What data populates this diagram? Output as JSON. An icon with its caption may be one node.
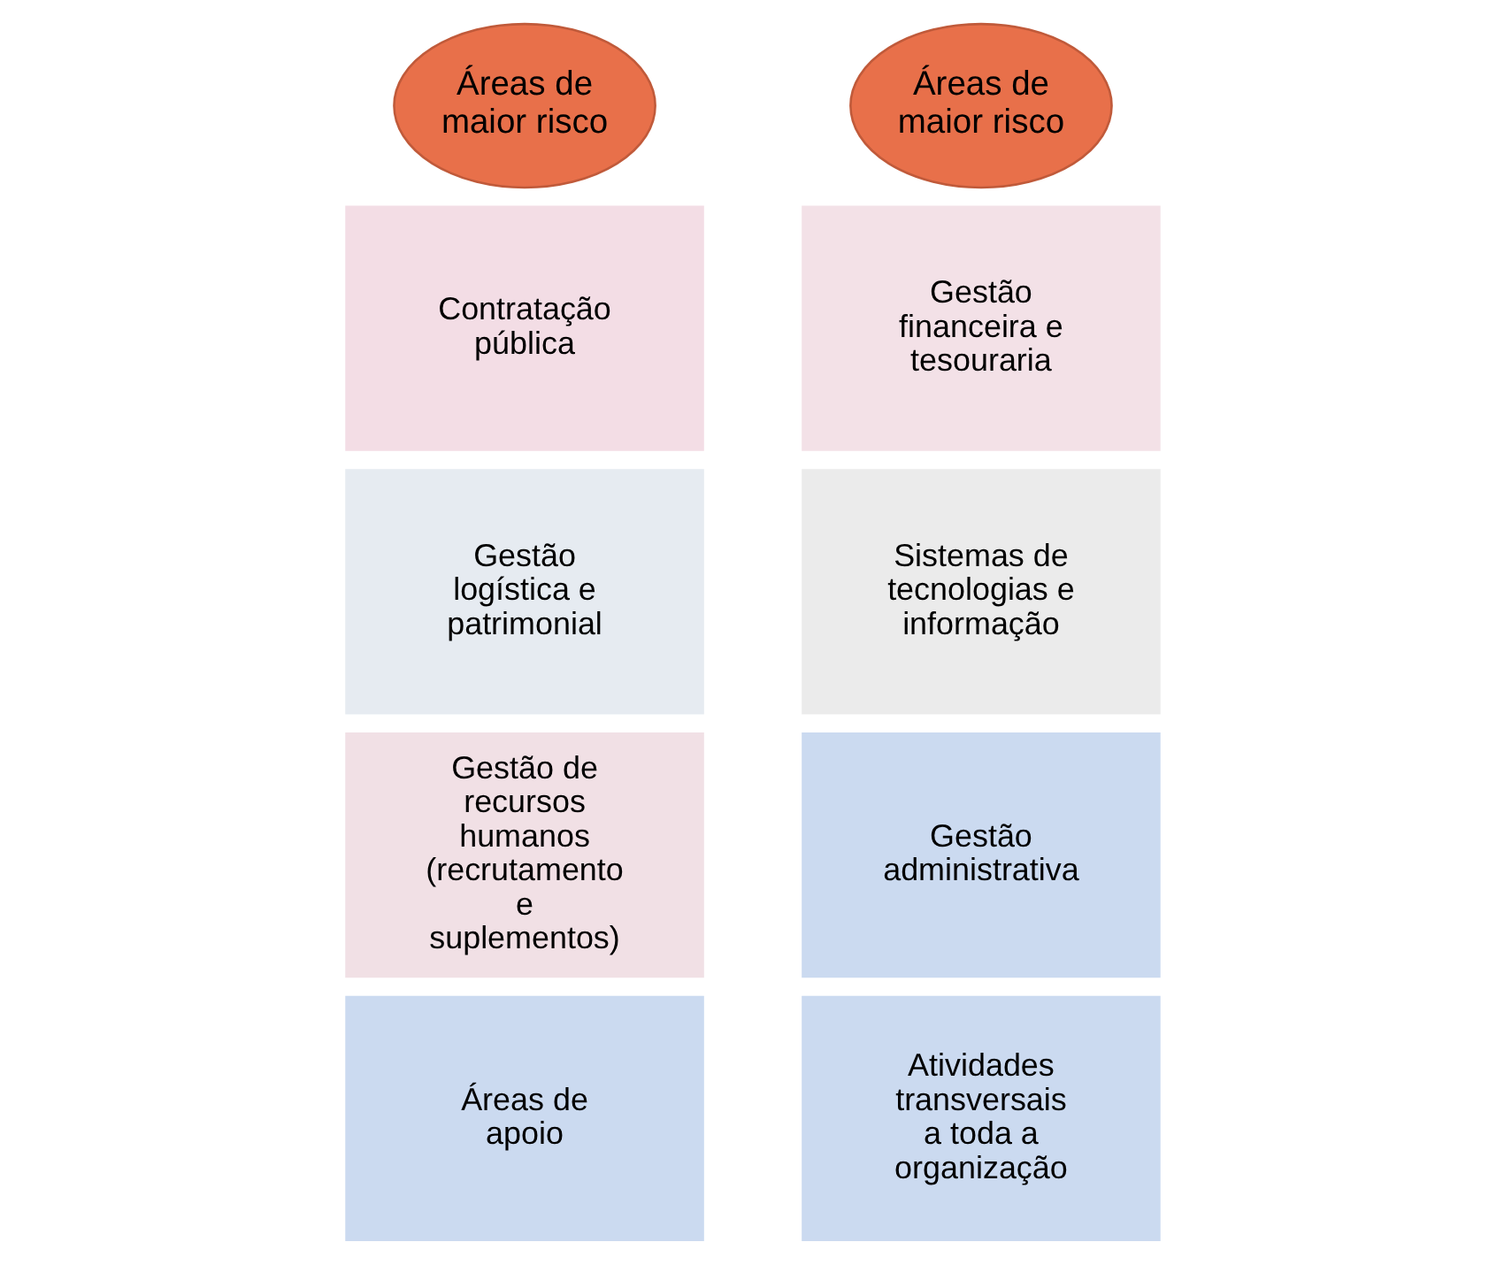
{
  "diagram": {
    "nodes": [
      {
        "text": [
          "Áreas de maior risco"
        ]
      },
      {
        "text": [
          "Contratação pública"
        ]
      },
      {
        "text": [
          "Gestão logística e patrimonial"
        ]
      },
      {
        "text": [
          "Gestão de recursos humanos (recrutamento e suplementos)"
        ]
      },
      {
        "text": [
          "Áreas de apoio"
        ]
      },
      {
        "text": [
          "Áreas de maior risco"
        ]
      },
      {
        "text": [
          "Gestão financeira e tesouraria"
        ]
      },
      {
        "text": [
          "Sistemas de tecnologias e informação"
        ]
      },
      {
        "text": [
          "Gestão administrativa"
        ]
      },
      {
        "text": [
          "Atividades transversais a toda a organização"
        ]
      }
    ]
  }
}
